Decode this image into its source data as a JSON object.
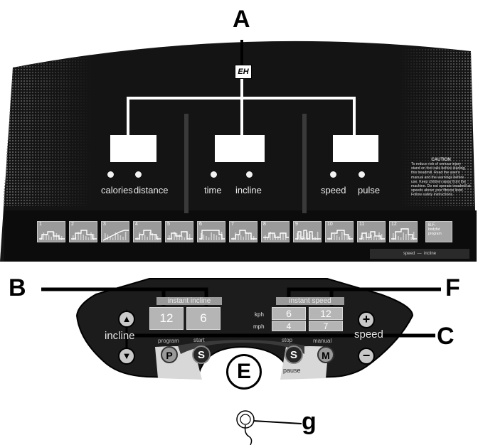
{
  "callouts": {
    "a": "A",
    "b": "B",
    "c": "C",
    "e": "E",
    "f": "F",
    "g": "g"
  },
  "console": {
    "logo": "EH",
    "labels": {
      "calories": "calories",
      "distance": "distance",
      "time": "time",
      "incline": "incline",
      "speed": "speed",
      "pulse": "pulse"
    },
    "caution": {
      "title": "CAUTION",
      "body": "To reduce risk of serious injury stand on foot rails before starting this treadmill. Read the user's manual and the warnings before use. Keep children away from the machine. Do not operate treadmill at speeds above your fitness level. Follow safety instructions."
    },
    "programs": [
      "1",
      "2",
      "3",
      "4",
      "5",
      "6",
      "7",
      "8",
      "9",
      "10",
      "11",
      "12"
    ],
    "bf_program": {
      "line1": "B.F.",
      "line2": "bodyfat",
      "line3": "program"
    },
    "legend": {
      "speed": "speed",
      "incline": "incline"
    }
  },
  "keypad": {
    "incline_title": "instant incline",
    "incline_values": [
      "12",
      "6"
    ],
    "speed_title": "instant speed",
    "kph_label": "kph",
    "mph_label": "mph",
    "kph_values": [
      "6",
      "12"
    ],
    "mph_values": [
      "4",
      "7"
    ],
    "incline_label": "incline",
    "speed_label": "speed",
    "program_label": "program",
    "start_label": "start",
    "stop_label": "stop",
    "manual_label": "manual",
    "pause_label": "pause",
    "buttons": {
      "p": "P",
      "s1": "S",
      "s2": "S",
      "m": "M",
      "e": "E"
    }
  },
  "colors": {
    "console_bg": "#141414",
    "window": "#ffffff",
    "key_gray": "#b5b5b5",
    "button_dark": "#262626",
    "button_light": "#d8d8d8"
  }
}
